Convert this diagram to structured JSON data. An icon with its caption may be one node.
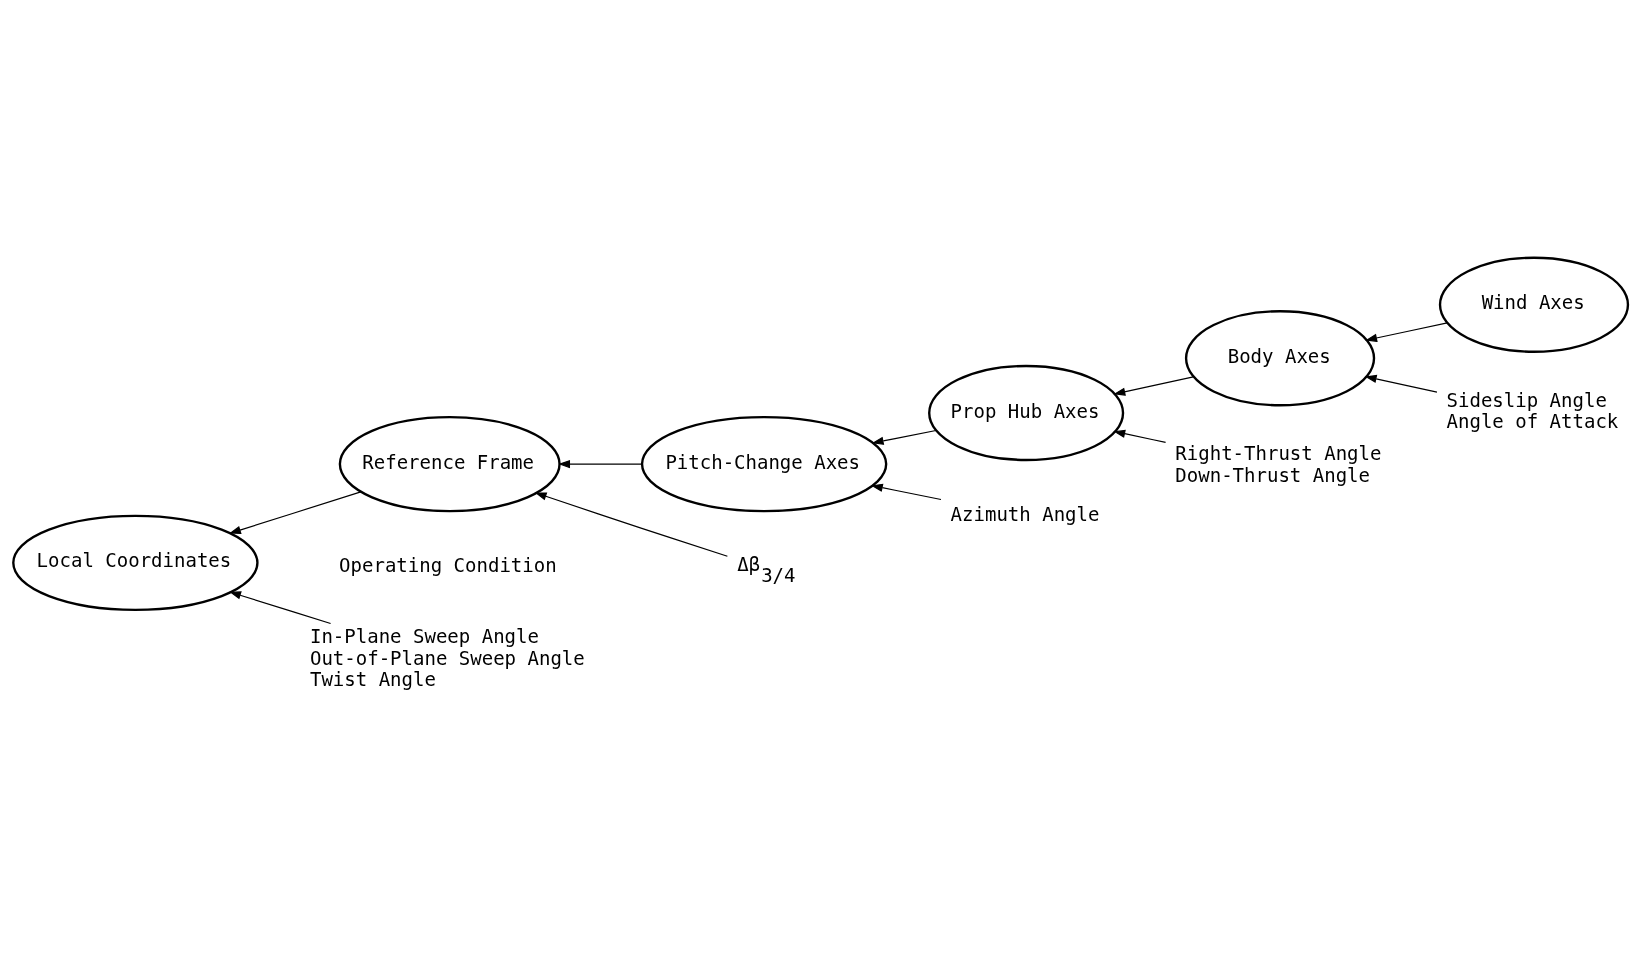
{
  "diagram": {
    "nodes": [
      {
        "text": [
          "Local Coordinates"
        ]
      },
      {
        "text": [
          "Reference Frame"
        ]
      },
      {
        "text": [
          "In-Plane Sweep Angle",
          "Out-of-Plane Sweep Angle",
          "Twist Angle"
        ]
      },
      {
        "text": [
          "Pitch-Change Axes"
        ]
      },
      {
        "text": [
          "Δβ$_{3/4}$"
        ]
      },
      {
        "text": [
          "Prop Hub Axes"
        ]
      },
      {
        "text": [
          "Azimuth Angle"
        ]
      },
      {
        "text": [
          "Body Axes"
        ]
      },
      {
        "text": [
          "Right-Thrust Angle",
          "Down-Thrust Angle"
        ]
      },
      {
        "text": [
          "Wind Axes"
        ]
      },
      {
        "text": [
          "Sideslip Angle",
          "Angle of Attack"
        ]
      }
    ],
    "edges": [
      {
        "from": 1,
        "to": 0,
        "arrow": "to"
      },
      {
        "from": 3,
        "to": 1,
        "arrow": "to"
      },
      {
        "from": 5,
        "to": 3,
        "arrow": "to"
      },
      {
        "from": 7,
        "to": 5,
        "arrow": "to"
      },
      {
        "from": 9,
        "to": 7,
        "arrow": "to"
      },
      {
        "from": 2,
        "to": 0,
        "arrow": "to"
      },
      {
        "from": 4,
        "to": 1,
        "arrow": "to"
      },
      {
        "from": 6,
        "to": 3,
        "arrow": "to"
      },
      {
        "from": 8,
        "to": 5,
        "arrow": "to"
      },
      {
        "from": 10,
        "to": 7,
        "arrow": "to"
      }
    ],
    "labels": [
      "Operating Condition"
    ]
  }
}
